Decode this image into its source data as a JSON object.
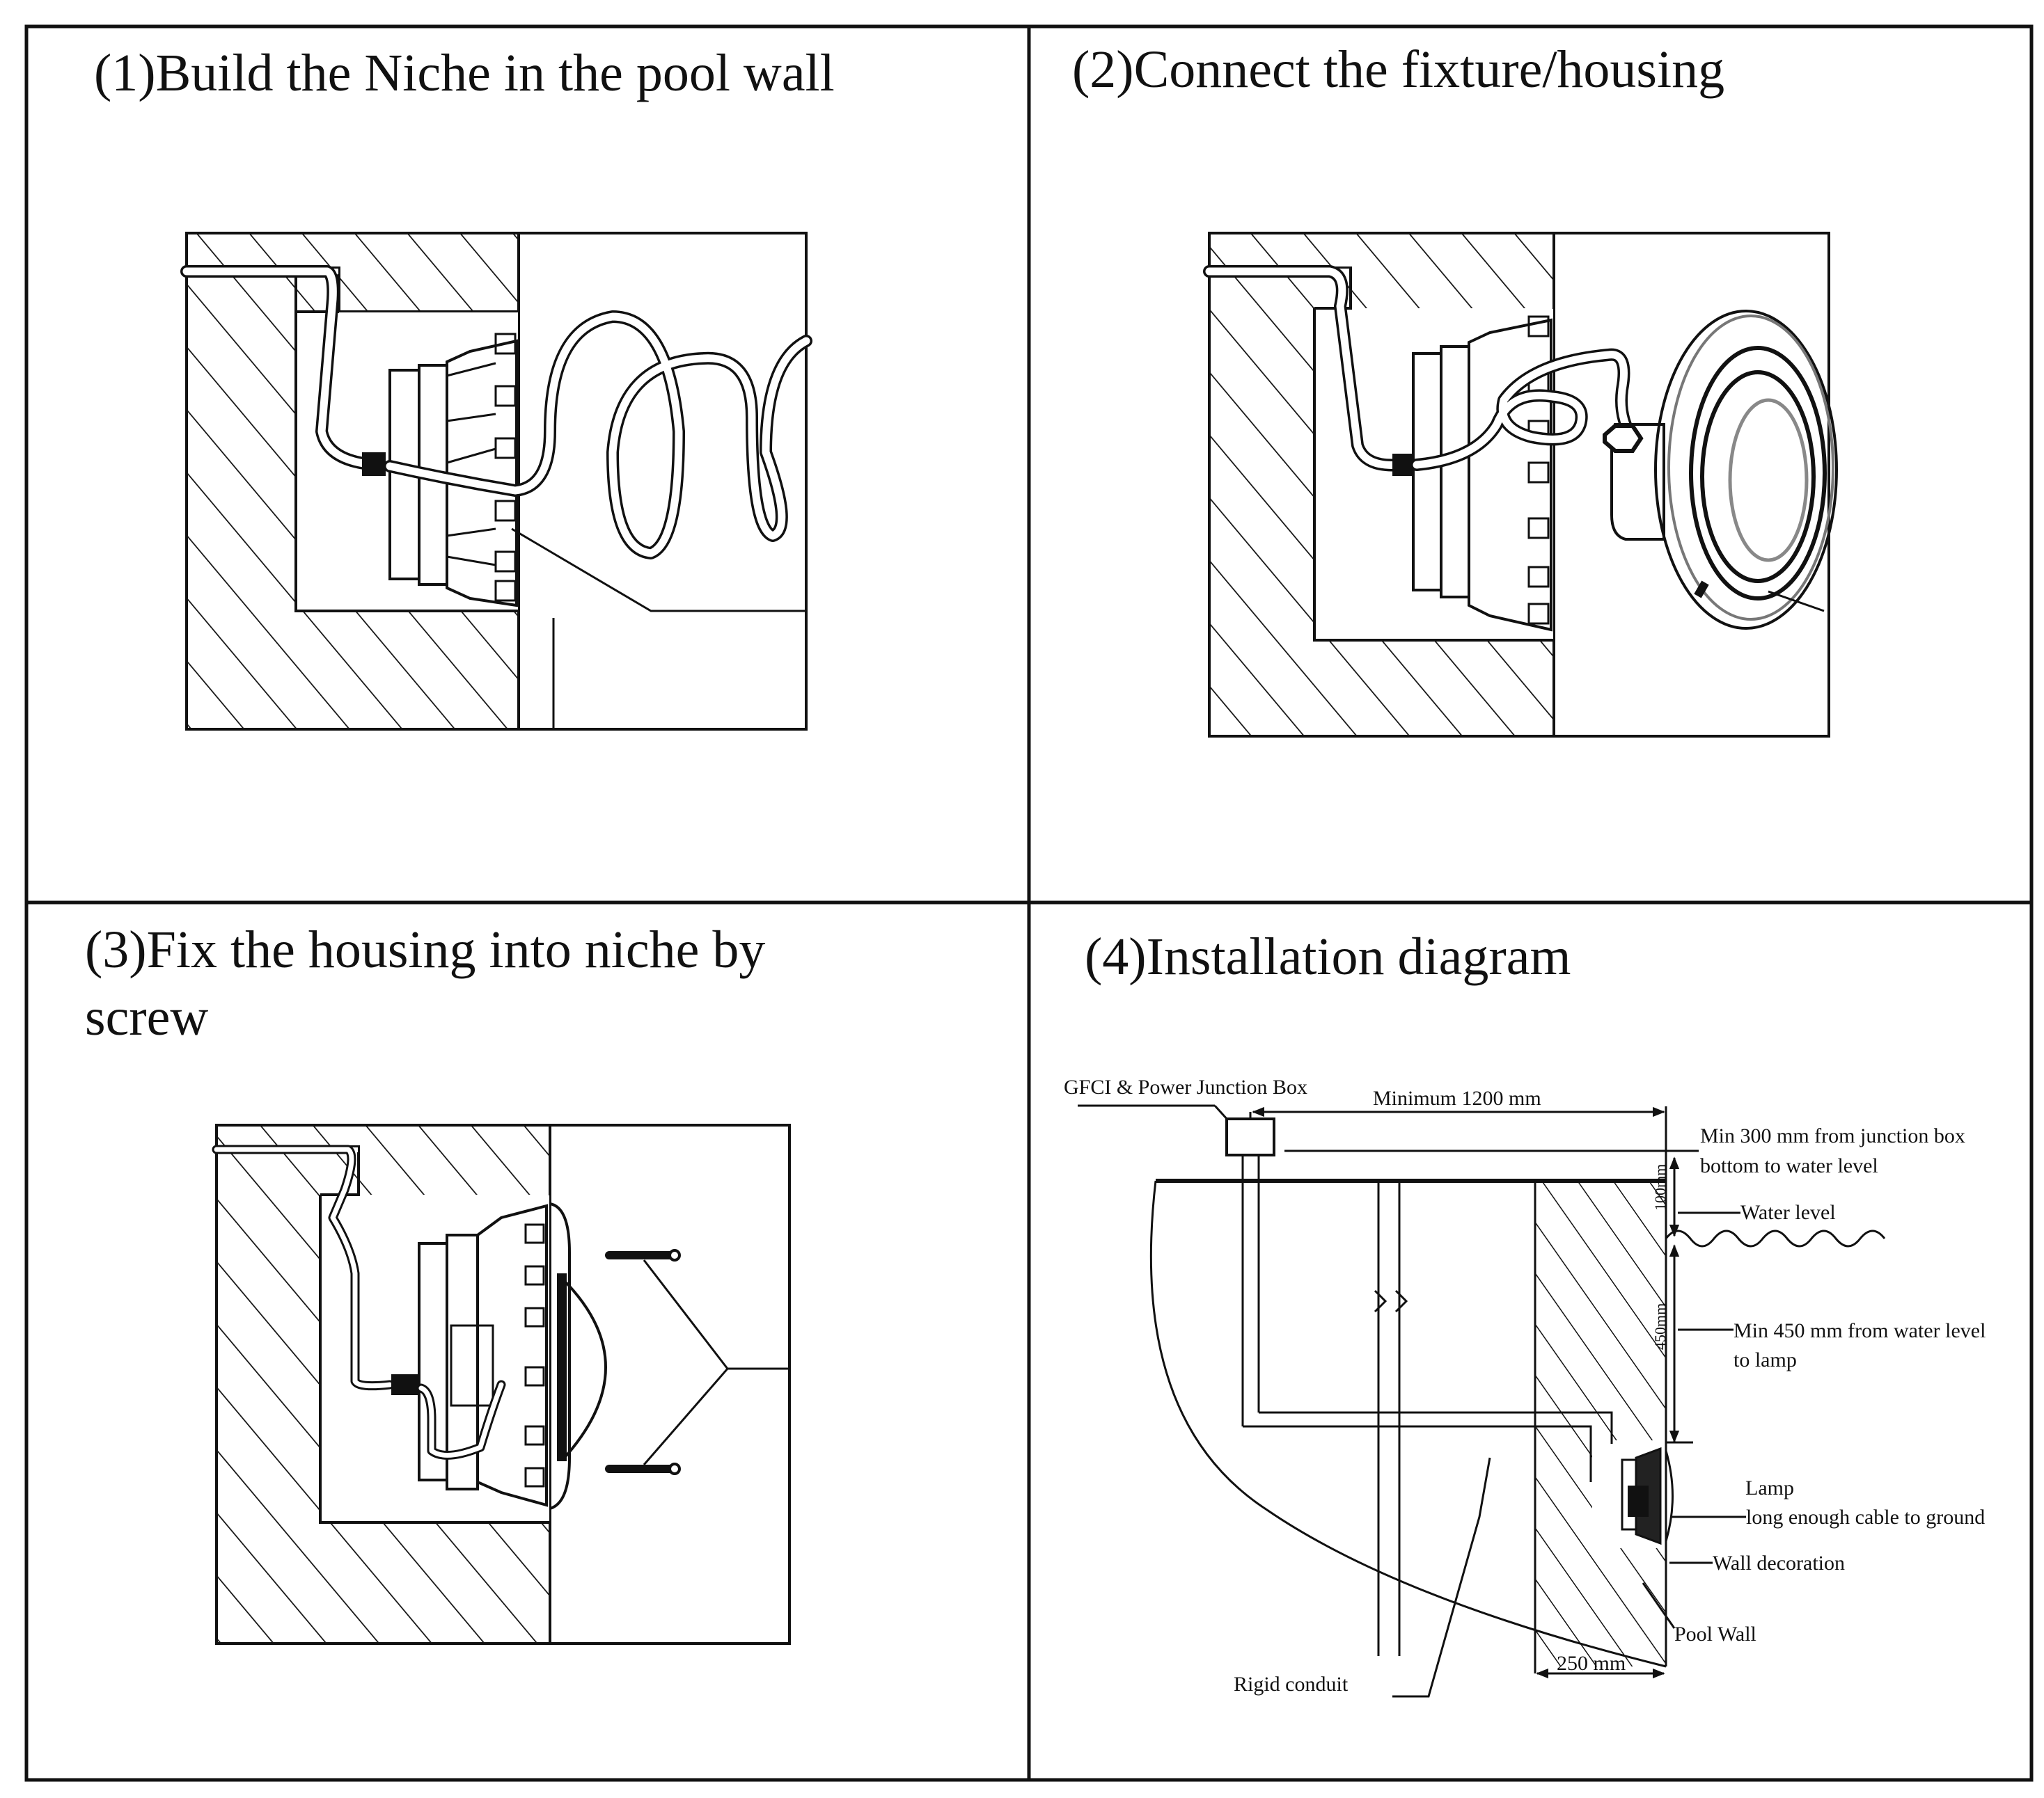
{
  "panels": [
    {
      "id": 1,
      "heading": "(1)Build the Niche in the pool wall"
    },
    {
      "id": 2,
      "heading": "(2)Connect the fixture/housing"
    },
    {
      "id": 3,
      "heading_line1": "(3)Fix the housing into niche by",
      "heading_line2": "screw"
    },
    {
      "id": 4,
      "heading": "(4)Installation diagram"
    }
  ],
  "installation_diagram": {
    "labels": {
      "junction_box": "GFCI & Power Junction Box",
      "min_distance": "Minimum 1200 mm",
      "min_300_line1": "Min 300 mm from junction box",
      "min_300_line2": "bottom to water level",
      "water_level": "Water level",
      "min_450_line1": "Min 450 mm from water level",
      "min_450_line2": "to lamp",
      "lamp": "Lamp",
      "cable_ground": "long enough cable to ground",
      "wall_decoration": "Wall decoration",
      "pool_wall": "Pool Wall",
      "rigid_conduit": "Rigid conduit",
      "wall_thickness": "250 mm",
      "dim_100": "100mm",
      "dim_450": "450mm"
    }
  },
  "colors": {
    "ink": "#111111",
    "background": "#ffffff"
  }
}
